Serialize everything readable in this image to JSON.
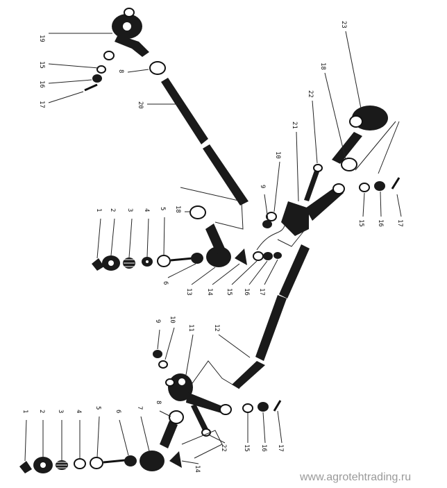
{
  "labels": {
    "top_assembly": [
      "19",
      "15",
      "16",
      "17",
      "8",
      "20"
    ],
    "right_assembly": [
      "23",
      "22",
      "18",
      "21",
      "10",
      "9",
      "15",
      "16",
      "17"
    ],
    "middle_assembly": [
      "1",
      "2",
      "3",
      "4",
      "5",
      "18",
      "6",
      "13",
      "14",
      "15",
      "16",
      "17"
    ],
    "lower_assembly": [
      "9",
      "10",
      "11",
      "12"
    ],
    "bottom_assembly": [
      "1",
      "2",
      "3",
      "4",
      "5",
      "6",
      "7",
      "8",
      "14",
      "22",
      "15",
      "16",
      "17"
    ]
  },
  "watermark": "www.agrotehtrading.ru",
  "icons": [
    "ball-stud-icon",
    "nut-icon",
    "spring-icon",
    "washer-icon",
    "cotter-pin-icon",
    "tie-rod-icon",
    "arm-icon"
  ]
}
